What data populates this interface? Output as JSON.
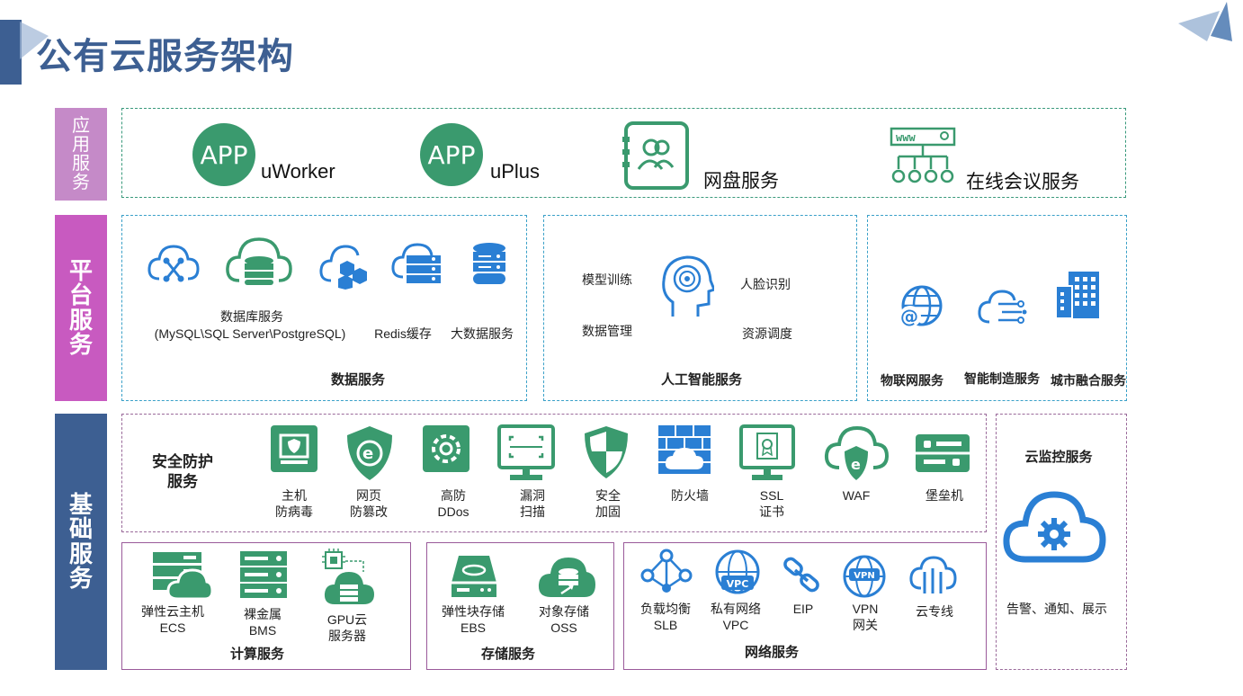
{
  "title": "公有云服务架构",
  "layers": {
    "app": "应用服务",
    "platform": "平台服务",
    "infra": "基础服务"
  },
  "app": {
    "items": [
      {
        "icon": "APP",
        "label": "uWorker"
      },
      {
        "icon": "APP",
        "label": "uPlus"
      },
      {
        "label": "网盘服务"
      },
      {
        "icon": "www",
        "label": "在线会议服务"
      }
    ]
  },
  "data_services": {
    "title": "数据服务",
    "db_line1": "数据库服务",
    "db_line2": "(MySQL\\SQL Server\\PostgreSQL)",
    "redis": "Redis缓存",
    "bigdata": "大数据服务"
  },
  "ai_services": {
    "title": "人工智能服务",
    "items": [
      "模型训练",
      "人脸识别",
      "数据管理",
      "资源调度"
    ]
  },
  "iot": {
    "items": [
      "物联网服务",
      "智能制造服务",
      "城市融合服务"
    ]
  },
  "security": {
    "title_line1": "安全防护",
    "title_line2": "服务",
    "items": [
      {
        "l1": "主机",
        "l2": "防病毒"
      },
      {
        "l1": "网页",
        "l2": "防篡改"
      },
      {
        "l1": "高防",
        "l2": "DDos"
      },
      {
        "l1": "漏洞",
        "l2": "扫描"
      },
      {
        "l1": "安全",
        "l2": "加固"
      },
      {
        "l1": "防火墙",
        "l2": ""
      },
      {
        "l1": "SSL",
        "l2": "证书"
      },
      {
        "l1": "WAF",
        "l2": ""
      },
      {
        "l1": "堡垒机",
        "l2": ""
      }
    ]
  },
  "compute": {
    "title": "计算服务",
    "items": [
      {
        "l1": "弹性云主机",
        "l2": "ECS"
      },
      {
        "l1": "裸金属",
        "l2": "BMS"
      },
      {
        "l1": "GPU云",
        "l2": "服务器"
      }
    ]
  },
  "storage": {
    "title": "存储服务",
    "items": [
      {
        "l1": "弹性块存储",
        "l2": "EBS"
      },
      {
        "l1": "对象存储",
        "l2": "OSS"
      }
    ]
  },
  "network": {
    "title": "网络服务",
    "items": [
      {
        "l1": "负载均衡",
        "l2": "SLB"
      },
      {
        "l1": "私有网络",
        "l2": "VPC"
      },
      {
        "l1": "EIP",
        "l2": ""
      },
      {
        "l1": "VPN",
        "l2": "网关"
      },
      {
        "l1": "云专线",
        "l2": ""
      }
    ],
    "vpc_badge": "VPC",
    "vpn_badge": "VPN"
  },
  "monitor": {
    "title": "云监控服务",
    "desc": "告警、通知、展示"
  },
  "colors": {
    "title": "#3d5f92",
    "app_layer": "#c58ac8",
    "platform_layer": "#c85ac0",
    "infra_layer": "#3d5f92",
    "green": "#3a9a6e",
    "blue": "#2a7fd4"
  }
}
